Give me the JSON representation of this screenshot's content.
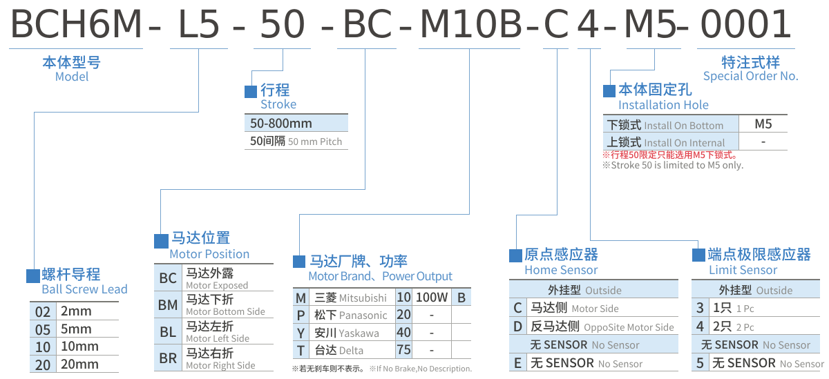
{
  "colors": {
    "title_text": "#454240",
    "accent_blue": "#3b7ec1",
    "sub_blue": "#5a92c9",
    "line_blue": "#76a3cd",
    "cell_bg_blue": "#d7e9f7",
    "dark_text": "#3e3e3c",
    "gray_text": "#8d8d8a",
    "red_text": "#e0424b"
  },
  "title": {
    "separator": "-",
    "segments": [
      {
        "text": "BCH6M"
      },
      {
        "text": "L5"
      },
      {
        "text": "50"
      },
      {
        "text": "BC"
      },
      {
        "text": "M10B"
      },
      {
        "text": "C"
      },
      {
        "text": "4"
      },
      {
        "text": "M5"
      },
      {
        "text": "0001"
      }
    ]
  },
  "labels": {
    "model": {
      "cjk": "本体型号",
      "en": "Model"
    },
    "stroke": {
      "cjk": "行程",
      "en": "Stroke"
    },
    "special": {
      "cjk": "特注式样",
      "en": "Special Order No."
    },
    "install": {
      "cjk": "本体固定孔",
      "en": "Installation Hole"
    },
    "ballscrew": {
      "cjk": "螺杆导程",
      "en": "Ball Screw Lead"
    },
    "motorpos": {
      "cjk": "马达位置",
      "en": "Motor Position"
    },
    "motorbrand": {
      "cjk": "马达厂牌、功率",
      "en": "Motor Brand、Power Output"
    },
    "home": {
      "cjk": "原点感应器",
      "en": "Home Sensor"
    },
    "limit": {
      "cjk": "端点极限感应器",
      "en": "Limit Sensor"
    }
  },
  "tables": {
    "stroke": {
      "rows": [
        {
          "main": "50-800mm"
        },
        {
          "main": "50间隔",
          "sub": "50 mm Pitch"
        }
      ]
    },
    "install": {
      "rows": [
        {
          "cjk": "下锁式",
          "en": "Install On Bottom",
          "value": "M5"
        },
        {
          "cjk": "上锁式",
          "en": "Install On Internal",
          "value": "-"
        }
      ],
      "note_cn": "※行程50限定只能选用M5下锁式。",
      "note_en": "※Stroke 50 is limited to M5 only."
    },
    "ballscrew": {
      "rows": [
        {
          "code": "02",
          "value": "2mm"
        },
        {
          "code": "05",
          "value": "5mm"
        },
        {
          "code": "10",
          "value": "10mm"
        },
        {
          "code": "20",
          "value": "20mm"
        }
      ]
    },
    "motorpos": {
      "rows": [
        {
          "code": "BC",
          "cjk": "马达外露",
          "en": "Motor Exposed"
        },
        {
          "code": "BM",
          "cjk": "马达下折",
          "en": "Motor Bottom Side"
        },
        {
          "code": "BL",
          "cjk": "马达左折",
          "en": "Motor Left Side"
        },
        {
          "code": "BR",
          "cjk": "马达右折",
          "en": "Motor Right Side"
        }
      ]
    },
    "motorbrand": {
      "rows": [
        {
          "code": "M",
          "brand_cjk": "三菱",
          "brand_en": "Mitsubishi",
          "power": "10",
          "watt": "100W",
          "brake": "B"
        },
        {
          "code": "P",
          "brand_cjk": "松下",
          "brand_en": "Panasonic",
          "power": "20",
          "watt": "-",
          "brake": ""
        },
        {
          "code": "Y",
          "brand_cjk": "安川",
          "brand_en": "Yaskawa",
          "power": "40",
          "watt": "-",
          "brake": ""
        },
        {
          "code": "T",
          "brand_cjk": "台达",
          "brand_en": "Delta",
          "power": "75",
          "watt": "-",
          "brake": ""
        }
      ],
      "note_cn": "※若无刹车则不表示。",
      "note_en": "※If No Brake,No Description."
    },
    "home": {
      "band_outside": {
        "cjk": "外挂型",
        "en": "Outside"
      },
      "rows": [
        {
          "code": "C",
          "cjk": "马达侧",
          "en": "Motor Side"
        },
        {
          "code": "D",
          "cjk": "反马达侧",
          "en": "OppoSite Motor Side"
        }
      ],
      "band_nosensor": {
        "cjk": "无 SENSOR",
        "en": "No Sensor"
      },
      "row_none": {
        "code": "E",
        "cjk": "无 SENSOR",
        "en": "No Sensor"
      }
    },
    "limit": {
      "band_outside": {
        "cjk": "外挂型",
        "en": "Outside"
      },
      "rows": [
        {
          "code": "3",
          "cjk": "1只",
          "en": "1 Pc"
        },
        {
          "code": "4",
          "cjk": "2只",
          "en": "2 Pc"
        }
      ],
      "band_nosensor": {
        "cjk": "无 SENSOR",
        "en": "No Sensor"
      },
      "row_none": {
        "code": "5",
        "cjk": "无 SENSOR",
        "en": "No Sensor"
      }
    }
  }
}
